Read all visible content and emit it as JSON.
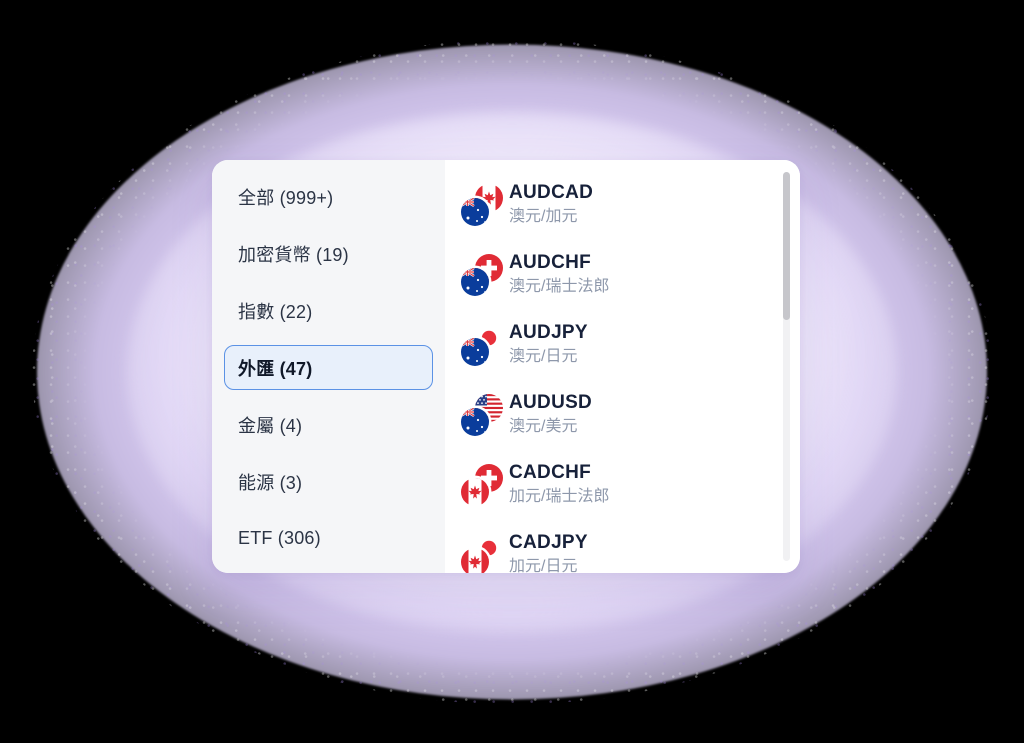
{
  "theme": {
    "card_bg": "#ffffff",
    "sidebar_bg": "#f5f6f8",
    "selected_bg": "#e8f0fb",
    "selected_border": "#5b92e5",
    "text_primary": "#2b3445",
    "text_secondary": "#8e98ab",
    "symbol_code_color": "#17213a",
    "glow_color": "#dbcef6",
    "page_bg": "#000000"
  },
  "sidebar": {
    "items": [
      {
        "label": "全部 (999+)",
        "name": "all",
        "selected": false
      },
      {
        "label": "加密貨幣 (19)",
        "name": "crypto",
        "selected": false
      },
      {
        "label": "指數 (22)",
        "name": "indices",
        "selected": false
      },
      {
        "label": "外匯 (47)",
        "name": "forex",
        "selected": true
      },
      {
        "label": "金屬 (4)",
        "name": "metals",
        "selected": false
      },
      {
        "label": "能源 (3)",
        "name": "energy",
        "selected": false
      },
      {
        "label": "ETF (306)",
        "name": "etf",
        "selected": false
      }
    ]
  },
  "symbol_list": {
    "items": [
      {
        "code": "AUDCAD",
        "name": "澳元/加元",
        "base_flag": "au-flag-icon",
        "quote_flag": "ca-flag-icon"
      },
      {
        "code": "AUDCHF",
        "name": "澳元/瑞士法郎",
        "base_flag": "au-flag-icon",
        "quote_flag": "ch-flag-icon"
      },
      {
        "code": "AUDJPY",
        "name": "澳元/日元",
        "base_flag": "au-flag-icon",
        "quote_flag": "jp-flag-icon"
      },
      {
        "code": "AUDUSD",
        "name": "澳元/美元",
        "base_flag": "au-flag-icon",
        "quote_flag": "us-flag-icon"
      },
      {
        "code": "CADCHF",
        "name": "加元/瑞士法郎",
        "base_flag": "ca-flag-icon",
        "quote_flag": "ch-flag-icon"
      },
      {
        "code": "CADJPY",
        "name": "加元/日元",
        "base_flag": "ca-flag-icon",
        "quote_flag": "jp-flag-icon"
      }
    ],
    "scroll_thumb_percent": 38
  }
}
